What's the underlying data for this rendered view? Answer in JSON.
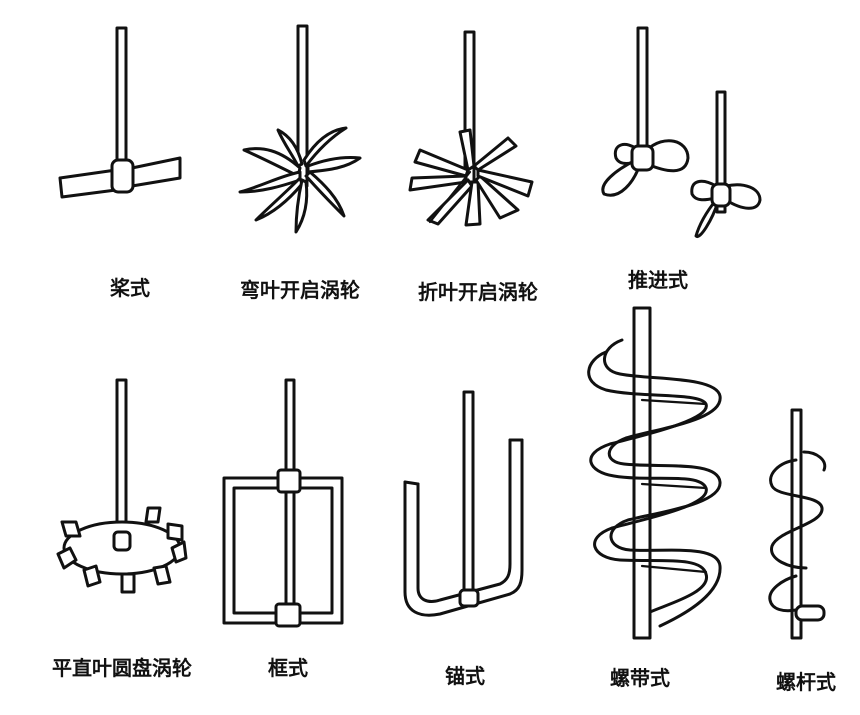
{
  "impellers": [
    {
      "id": "paddle",
      "label": "桨式"
    },
    {
      "id": "curved-open-turbine",
      "label": "弯叶开启涡轮"
    },
    {
      "id": "pitched-open-turbine",
      "label": "折叶开启涡轮"
    },
    {
      "id": "propeller",
      "label": "推进式"
    },
    {
      "id": "flat-disc-turbine",
      "label": "平直叶圆盘涡轮"
    },
    {
      "id": "frame",
      "label": "框式"
    },
    {
      "id": "anchor",
      "label": "锚式"
    },
    {
      "id": "helical-ribbon",
      "label": "螺带式"
    },
    {
      "id": "screw",
      "label": "螺杆式"
    }
  ]
}
